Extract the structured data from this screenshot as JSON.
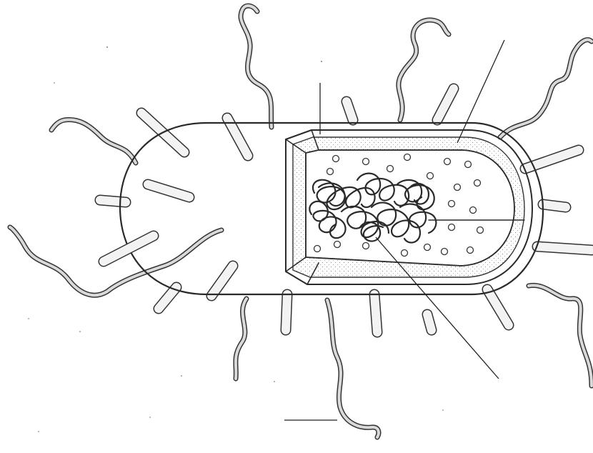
{
  "diagram": {
    "kind": "unlabeled-worksheet",
    "subject": "bacterial-cell",
    "label_lines": [
      {
        "name": "capsule-label-line"
      },
      {
        "name": "cell-membrane-label-line"
      },
      {
        "name": "nucleoid-label-line"
      },
      {
        "name": "flagellum-label-line"
      }
    ],
    "colors": {
      "ink": "#2a2a2a",
      "membrane_fill": "#c8c8c8",
      "paper": "#ffffff"
    }
  }
}
